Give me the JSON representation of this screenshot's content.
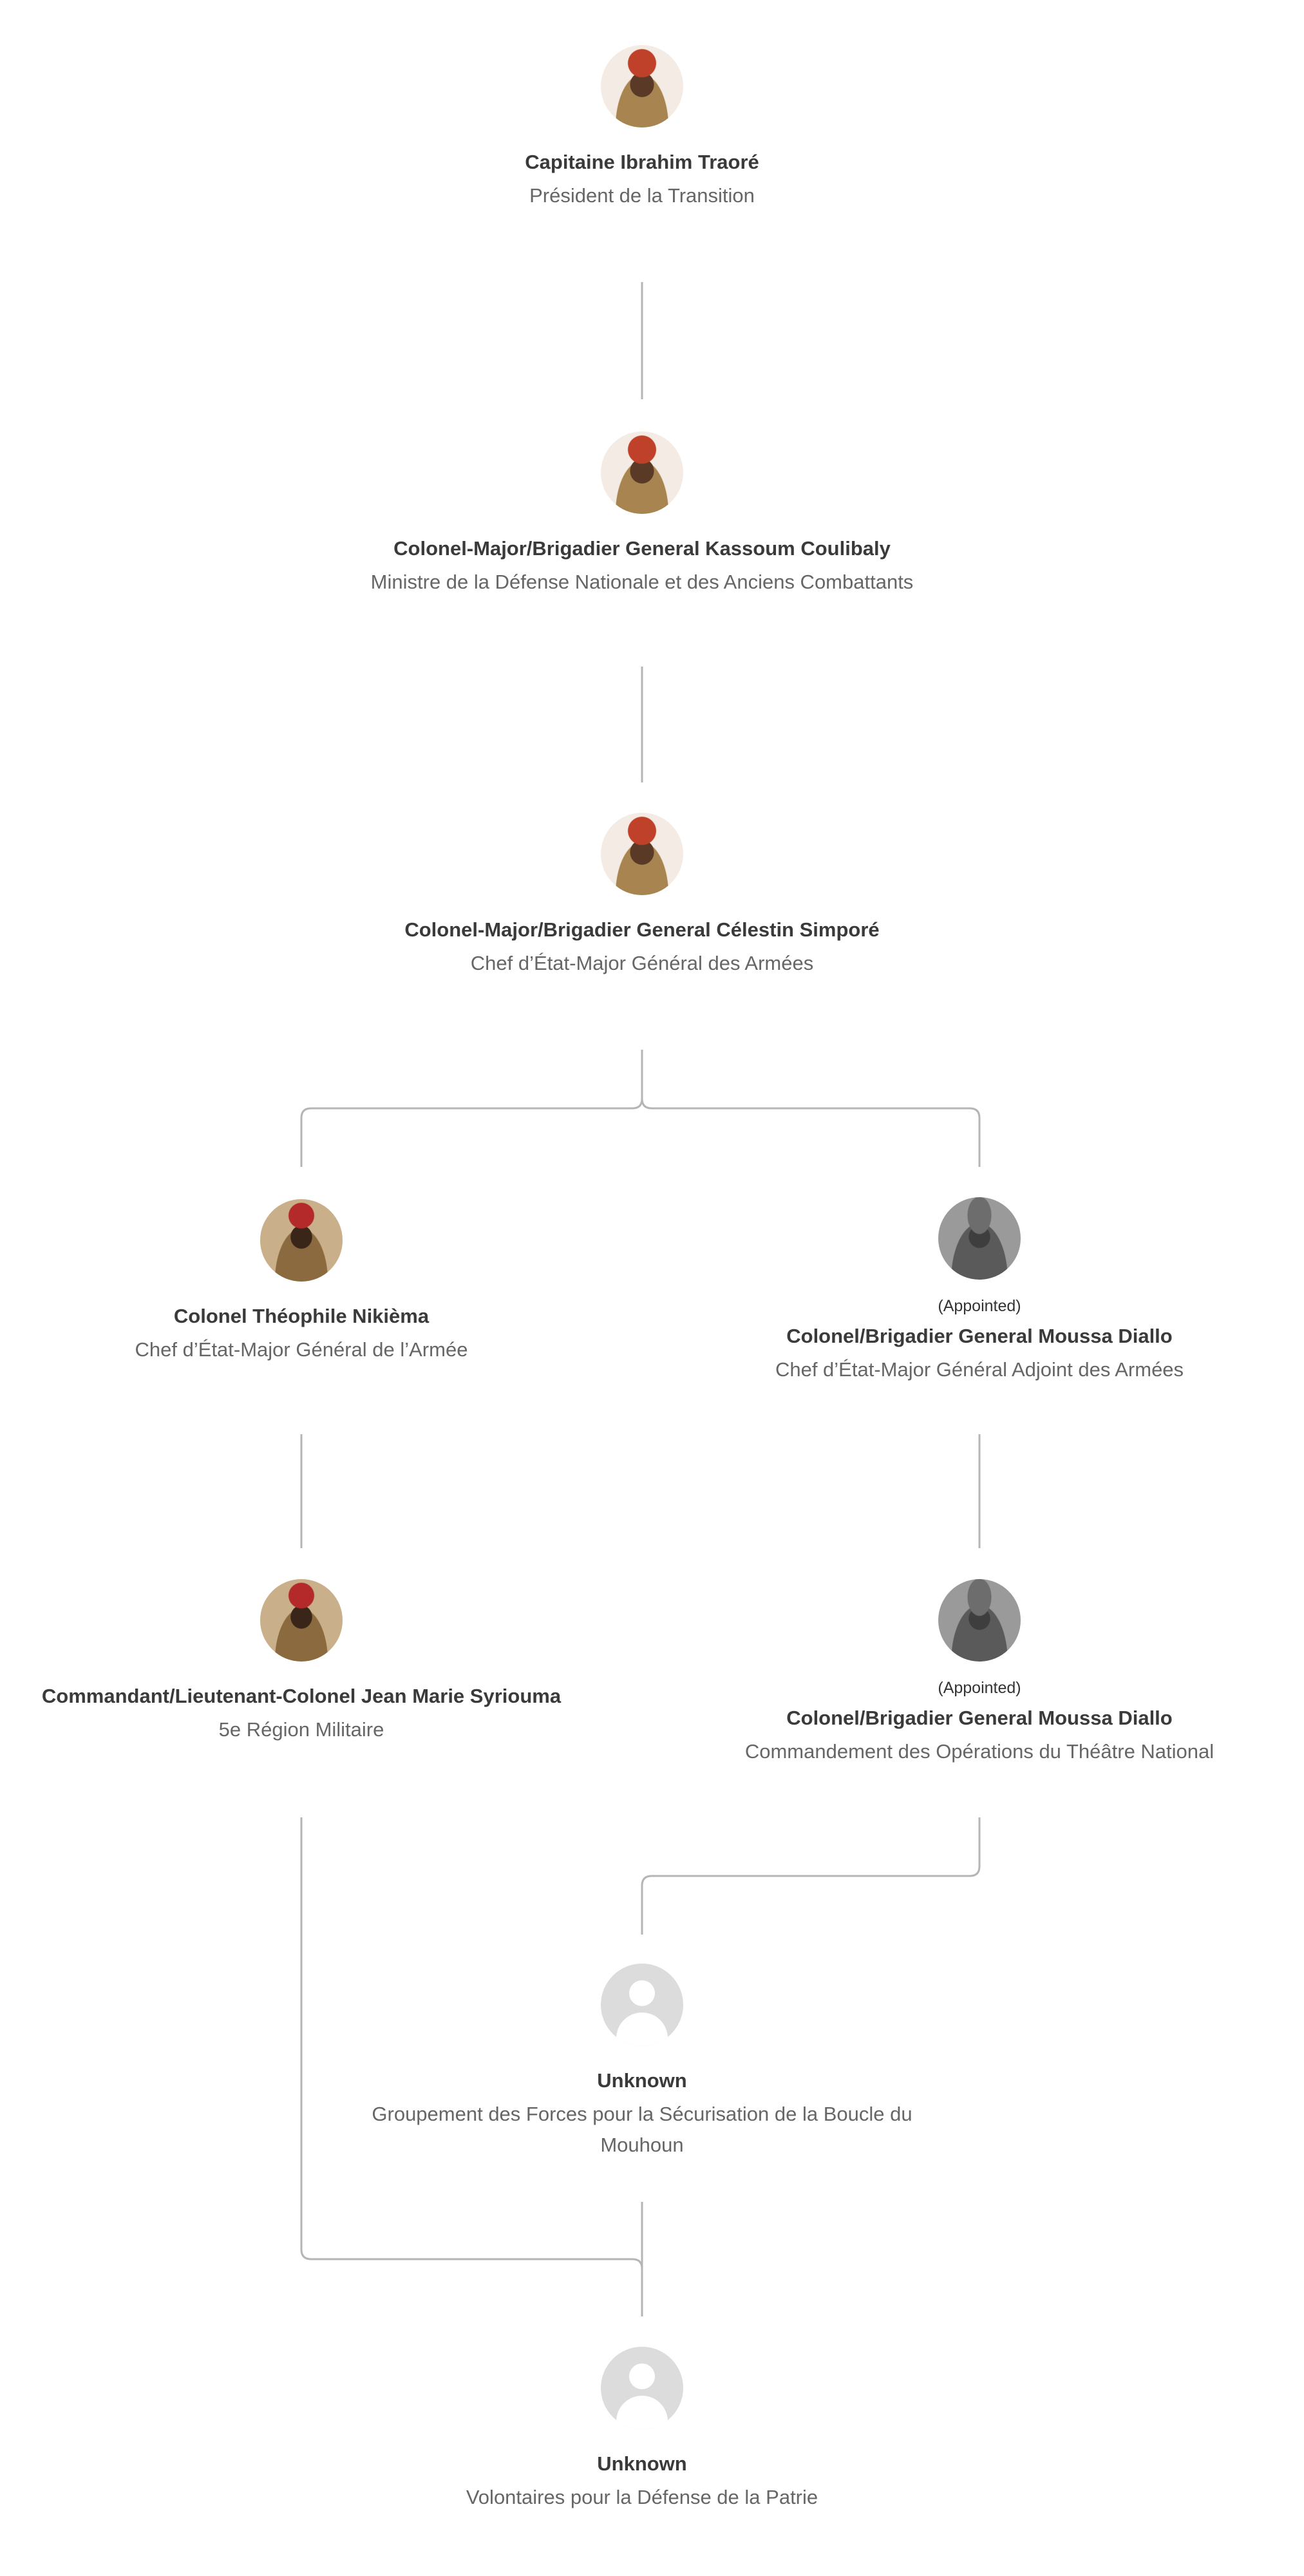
{
  "nodes": [
    {
      "name": "Capitaine Ibrahim Traoré",
      "title": "Président de la Transition"
    },
    {
      "name": "Colonel-Major/Brigadier General Kassoum Coulibaly",
      "title": "Ministre de la Défense Nationale et des Anciens Combattants"
    },
    {
      "name": "Colonel-Major/Brigadier General Célestin Simporé",
      "title": "Chef d’État-Major Général des Armées"
    },
    {
      "name": "Colonel Théophile Nikièma",
      "title": "Chef d’État-Major Général de l’Armée"
    },
    {
      "status": "(Appointed)",
      "name": "Colonel/Brigadier General Moussa Diallo",
      "title": "Chef d’État-Major Général Adjoint des Armées"
    },
    {
      "name": "Commandant/Lieutenant-Colonel Jean Marie Syriouma",
      "title": "5e Région Militaire"
    },
    {
      "status": "(Appointed)",
      "name": "Colonel/Brigadier General Moussa Diallo",
      "title": "Commandement des Opérations du Théâtre National"
    },
    {
      "name": "Unknown",
      "title": "Groupement des Forces pour la Sécurisation de la Boucle du Mouhoun"
    },
    {
      "name": "Unknown",
      "title": "Volontaires pour la Défense de la Patrie"
    }
  ],
  "colors": {
    "line": "#b5b5b5",
    "name": "#3a3a3a",
    "title": "#666666"
  }
}
